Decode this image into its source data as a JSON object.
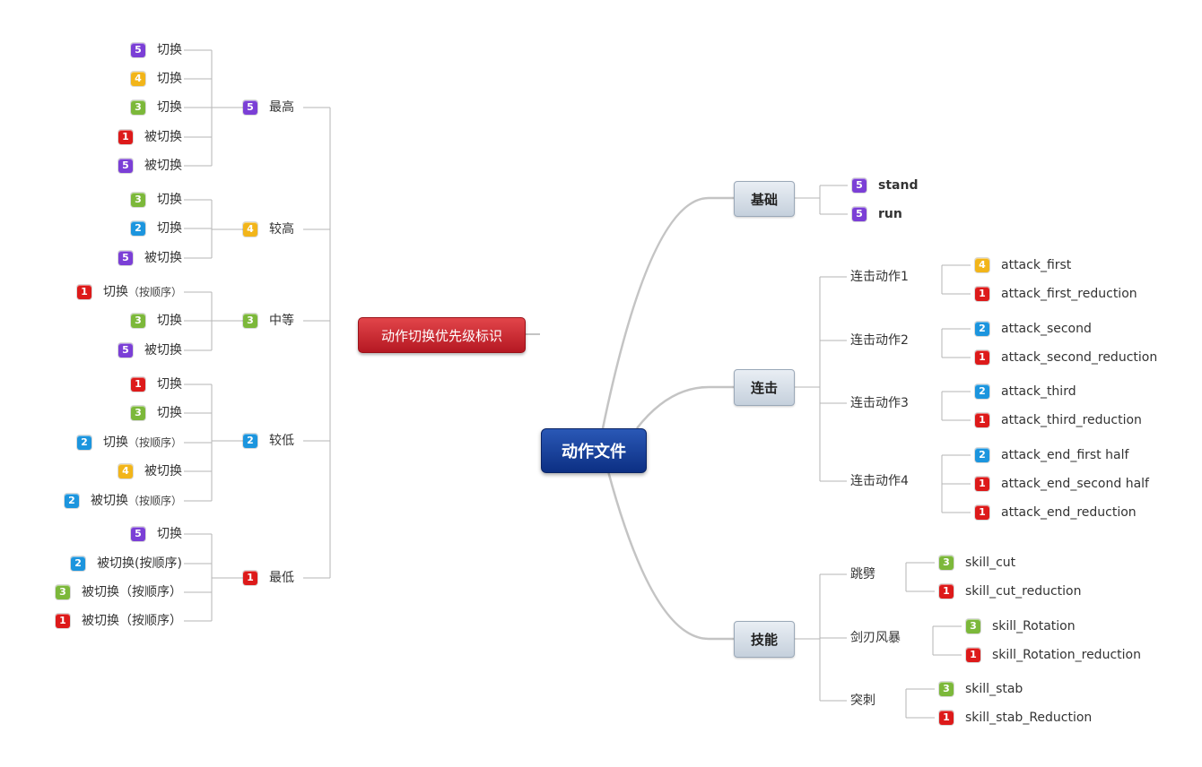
{
  "central": "动作文件",
  "legend_title": "动作切换优先级标识",
  "legend": [
    {
      "p": 5,
      "label": "最高",
      "items": [
        {
          "p": 5,
          "text": "切换"
        },
        {
          "p": 4,
          "text": "切换"
        },
        {
          "p": 3,
          "text": "切换"
        },
        {
          "p": 1,
          "text": "被切换"
        },
        {
          "p": 5,
          "text": "被切换"
        }
      ]
    },
    {
      "p": 4,
      "label": "较高",
      "items": [
        {
          "p": 3,
          "text": "切换"
        },
        {
          "p": 2,
          "text": "切换"
        },
        {
          "p": 5,
          "text": "被切换"
        }
      ]
    },
    {
      "p": 3,
      "label": "中等",
      "items": [
        {
          "p": 1,
          "text": "切换",
          "note": "（按顺序）"
        },
        {
          "p": 3,
          "text": "切换"
        },
        {
          "p": 5,
          "text": "被切换"
        }
      ]
    },
    {
      "p": 2,
      "label": "较低",
      "items": [
        {
          "p": 1,
          "text": "切换"
        },
        {
          "p": 3,
          "text": "切换"
        },
        {
          "p": 2,
          "text": "切换",
          "note": "（按顺序）"
        },
        {
          "p": 4,
          "text": "被切换"
        },
        {
          "p": 2,
          "text": "被切换",
          "note": "（按顺序）"
        }
      ]
    },
    {
      "p": 1,
      "label": "最低",
      "items": [
        {
          "p": 5,
          "text": "切换"
        },
        {
          "p": 2,
          "text": "被切换(按顺序)"
        },
        {
          "p": 3,
          "text": "被切换（按顺序）"
        },
        {
          "p": 1,
          "text": "被切换（按顺序）"
        }
      ]
    }
  ],
  "branches": [
    {
      "label": "基础",
      "children": [
        {
          "p": 5,
          "text": "stand",
          "bold": true
        },
        {
          "p": 5,
          "text": "run",
          "bold": true
        }
      ]
    },
    {
      "label": "连击",
      "groups": [
        {
          "label": "连击动作1",
          "items": [
            {
              "p": 4,
              "text": "attack_first"
            },
            {
              "p": 1,
              "text": "attack_first_reduction"
            }
          ]
        },
        {
          "label": "连击动作2",
          "items": [
            {
              "p": 2,
              "text": "attack_second"
            },
            {
              "p": 1,
              "text": "attack_second_reduction"
            }
          ]
        },
        {
          "label": "连击动作3",
          "items": [
            {
              "p": 2,
              "text": "attack_third"
            },
            {
              "p": 1,
              "text": "attack_third_reduction"
            }
          ]
        },
        {
          "label": "连击动作4",
          "items": [
            {
              "p": 2,
              "text": "attack_end_first half"
            },
            {
              "p": 1,
              "text": "attack_end_second half"
            },
            {
              "p": 1,
              "text": "attack_end_reduction"
            }
          ]
        }
      ]
    },
    {
      "label": "技能",
      "groups": [
        {
          "label": "跳劈",
          "items": [
            {
              "p": 3,
              "text": "skill_cut"
            },
            {
              "p": 1,
              "text": "skill_cut_reduction"
            }
          ]
        },
        {
          "label": "剑刃风暴",
          "items": [
            {
              "p": 3,
              "text": "skill_Rotation"
            },
            {
              "p": 1,
              "text": "skill_Rotation_reduction"
            }
          ]
        },
        {
          "label": "突刺",
          "items": [
            {
              "p": 3,
              "text": "skill_stab"
            },
            {
              "p": 1,
              "text": "skill_stab_Reduction"
            }
          ]
        }
      ]
    }
  ]
}
